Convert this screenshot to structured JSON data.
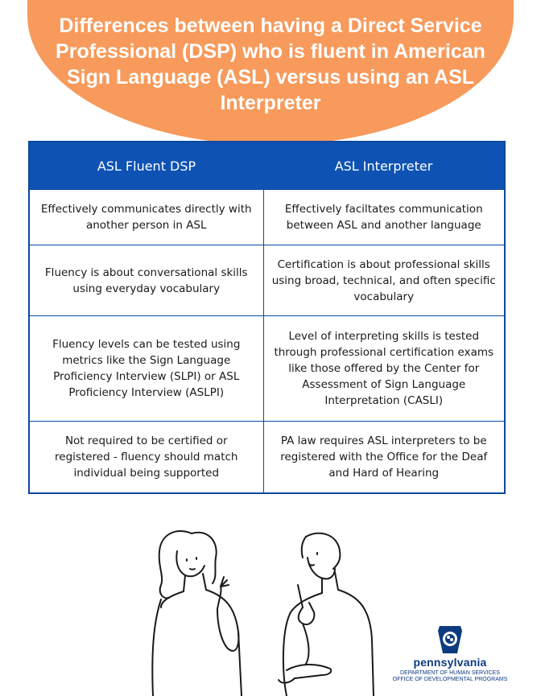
{
  "title": "Differences between having a Direct Service Professional (DSP) who is fluent in American Sign Language (ASL) versus using an ASL Interpreter",
  "table": {
    "headers": [
      "ASL Fluent DSP",
      "ASL Interpreter"
    ],
    "rows": [
      [
        "Effectively communicates directly with another person in ASL",
        "Effectively faciltates communication between ASL and another language"
      ],
      [
        "Fluency is about conversational skills using everyday vocabulary",
        "Certification is about professional skills using broad, technical, and often specific vocabulary"
      ],
      [
        "Fluency levels can be tested using metrics like the Sign Language Proficiency Interview (SLPI) or ASL Proficiency Interview (ASLPI)",
        "Level of interpreting skills is tested through professional certification exams like those offered by the Center for Assessment of Sign Language Interpretation (CASLI)"
      ],
      [
        "Not required to be certified or registered - fluency should match individual being supported",
        "PA law requires ASL interpreters to be registered with the Office for the Deaf and Hard of Hearing"
      ]
    ]
  },
  "logo": {
    "name": "pennsylvania",
    "department": "DEPARTMENT OF HUMAN SERVICES",
    "office": "OFFICE OF DEVELOPMENTAL PROGRAMS"
  },
  "colors": {
    "accent_orange": "#f79a5c",
    "table_blue": "#0e52b3",
    "brand_navy": "#0e3b80"
  },
  "illustration": "two-people-signing-line-drawing"
}
